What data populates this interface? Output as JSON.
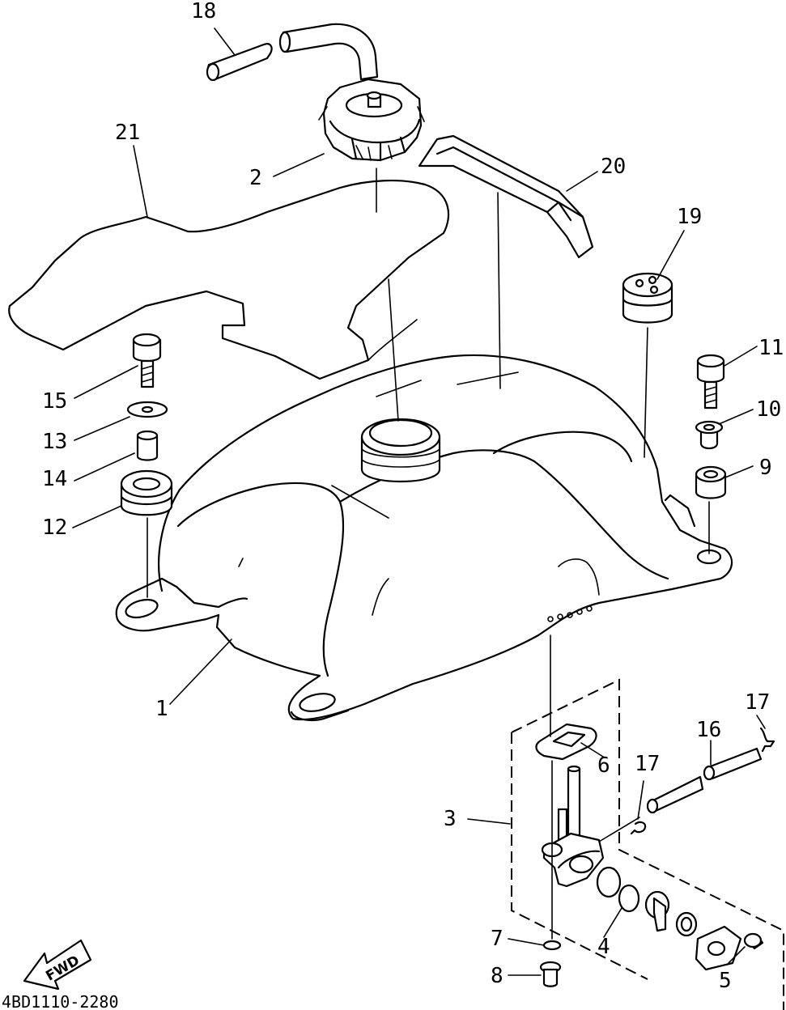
{
  "diagram": {
    "drawing_code": "4BD1110-2280",
    "direction_label": "FWD",
    "callouts": {
      "c1": "1",
      "c2": "2",
      "c3": "3",
      "c4": "4",
      "c5": "5",
      "c6": "6",
      "c7": "7",
      "c8": "8",
      "c9": "9",
      "c10": "10",
      "c11": "11",
      "c12": "12",
      "c13": "13",
      "c14": "14",
      "c15": "15",
      "c16": "16",
      "c17a": "17",
      "c17b": "17",
      "c18": "18",
      "c19": "19",
      "c20": "20",
      "c21": "21"
    }
  }
}
